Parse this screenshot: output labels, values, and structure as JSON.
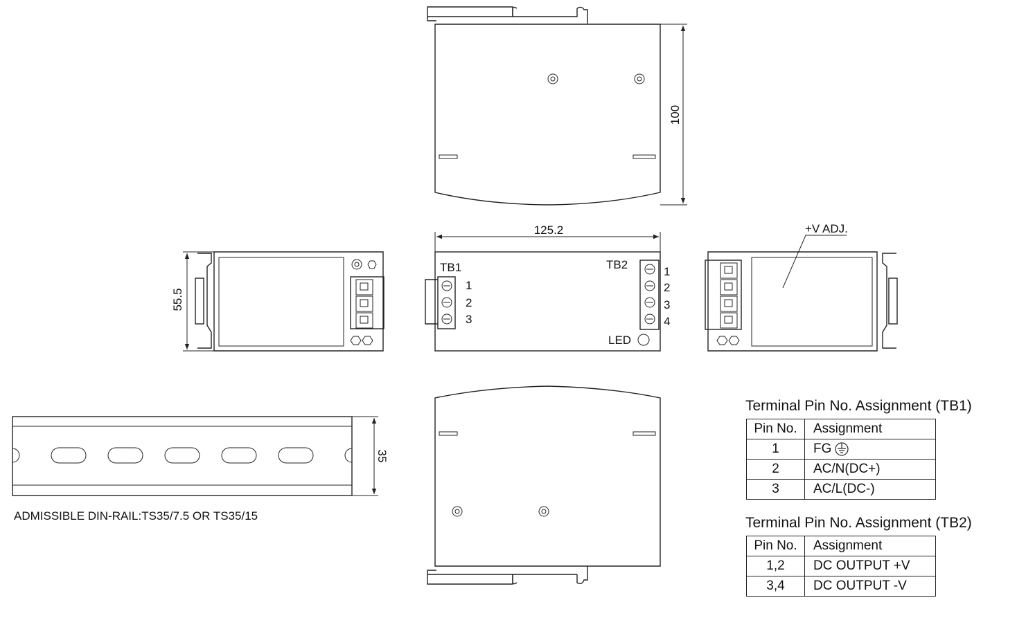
{
  "dimensions": {
    "depth": "100",
    "width": "125.2",
    "height": "55.5",
    "rail_height": "35"
  },
  "labels": {
    "tb1": "TB1",
    "tb2": "TB2",
    "led": "LED",
    "vadj": "+V ADJ.",
    "tb1_pins": [
      "1",
      "2",
      "3"
    ],
    "tb2_pins": [
      "1",
      "2",
      "3",
      "4"
    ]
  },
  "din_rail_note": "ADMISSIBLE DIN-RAIL:TS35/7.5 OR TS35/15",
  "tables": [
    {
      "title": "Terminal Pin No.  Assignment (TB1)",
      "headers": [
        "Pin No.",
        "Assignment"
      ],
      "rows": [
        {
          "pin": "1",
          "assignment": "FG",
          "icon": "ground-icon"
        },
        {
          "pin": "2",
          "assignment": "AC/N(DC+)"
        },
        {
          "pin": "3",
          "assignment": "AC/L(DC-)"
        }
      ]
    },
    {
      "title": "Terminal Pin No.  Assignment (TB2)",
      "headers": [
        "Pin No.",
        "Assignment"
      ],
      "rows": [
        {
          "pin": "1,2",
          "assignment": "DC OUTPUT +V"
        },
        {
          "pin": "3,4",
          "assignment": "DC OUTPUT -V"
        }
      ]
    }
  ]
}
